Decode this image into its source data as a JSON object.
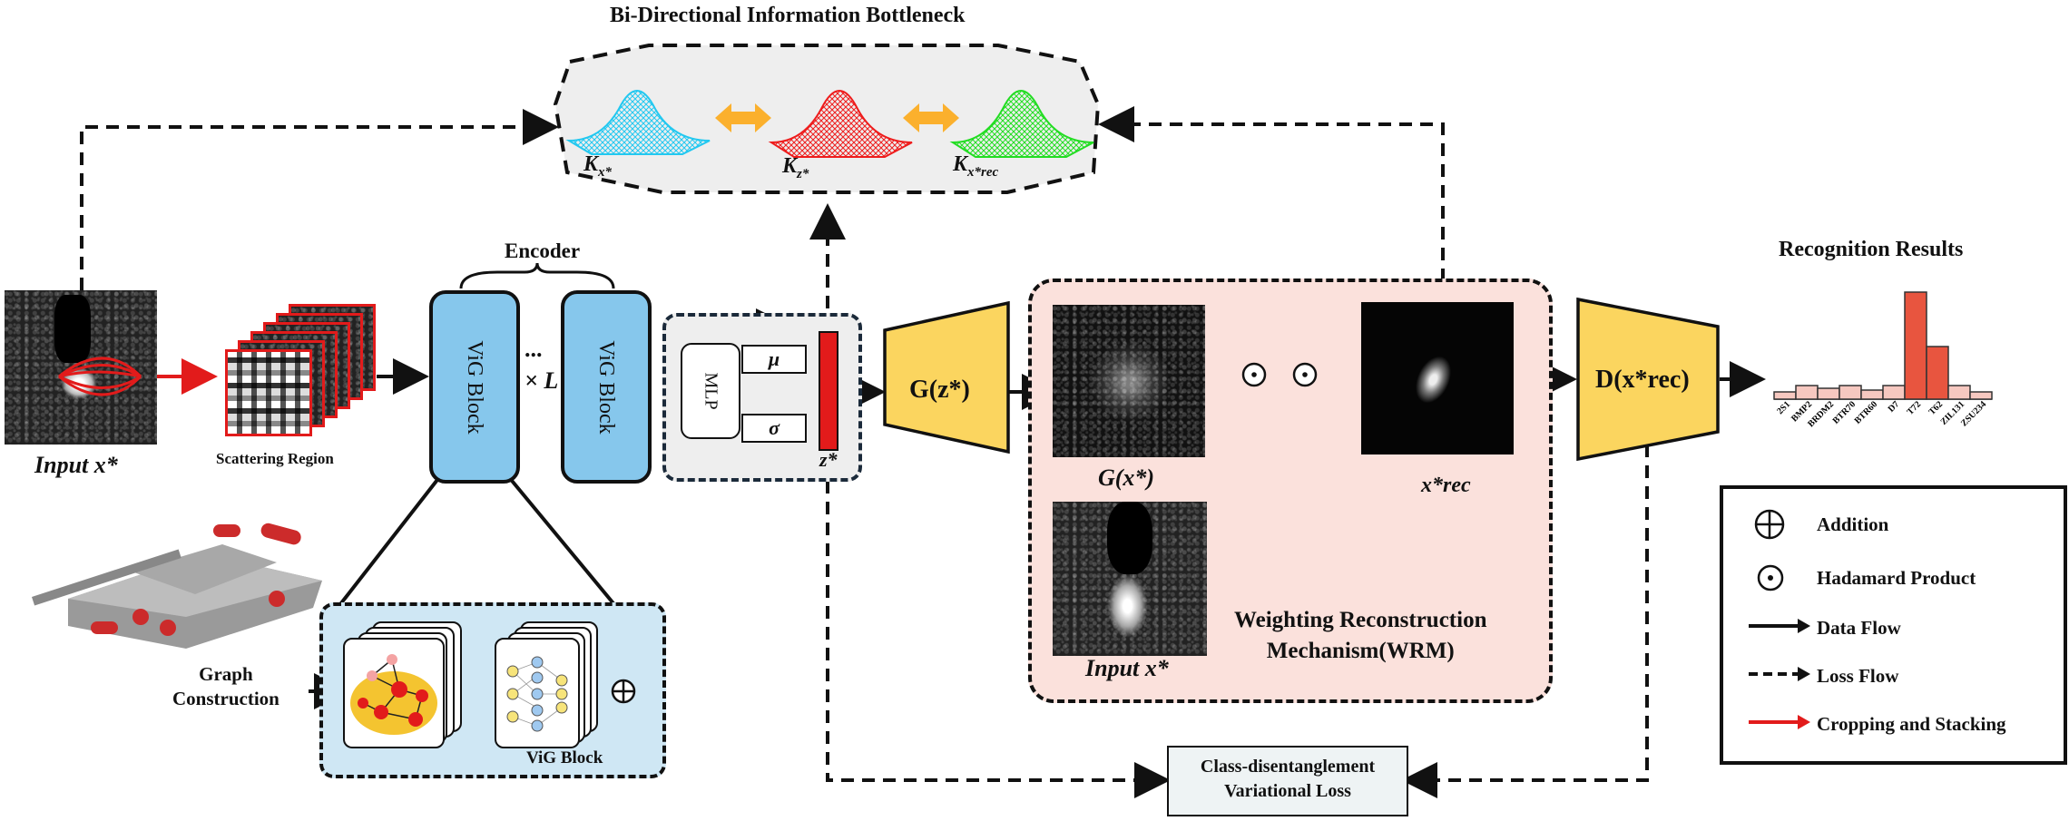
{
  "title": "Bi-Directional Information Bottleneck",
  "kernels": [
    "K",
    "K",
    "K"
  ],
  "kernel_subs": [
    "x*",
    "z*",
    "x*rec"
  ],
  "encoder": {
    "label": "Encoder",
    "vig_label": "ViG Block",
    "times": "× L",
    "dots": "..."
  },
  "input_label": "Input x*",
  "scatter_label": "Scattering Region",
  "graph_construction": [
    "Graph",
    "Construction"
  ],
  "vig_detail_label": "ViG Block",
  "mlp": {
    "label": "MLP",
    "mu": "μ",
    "sigma": "σ",
    "z": "z*"
  },
  "generator": "G(z*)",
  "wrm": {
    "gx_label": "G(x*)",
    "input_label": "Input x*",
    "xrec_label": "x*rec",
    "title": [
      "Weighting Reconstruction",
      "Mechanism(WRM)"
    ]
  },
  "discriminator": "D(x*rec)",
  "recognition": {
    "title": "Recognition Results",
    "classes": [
      "2S1",
      "BMP2",
      "BRDM2",
      "BTR70",
      "BTR60",
      "D7",
      "T72",
      "T62",
      "ZIL131",
      "ZSU234"
    ]
  },
  "loss_box": [
    "Class-disentanglement",
    "Variational Loss"
  ],
  "legend": {
    "addition": "Addition",
    "hadamard": "Hadamard Product",
    "data_flow": "Data Flow",
    "loss_flow": "Loss Flow",
    "cropping": "Cropping and Stacking"
  },
  "colors": {
    "vig": "#86c7ec",
    "generator": "#fbd55f",
    "wrm_bg": "#fbe1dc",
    "ib_bg": "#eeeeee",
    "detail_bg": "#cfe7f4",
    "bar_high": "#e8553f",
    "bar_low": "#f6c8c0",
    "gauss_blue": "#22c8f0",
    "gauss_red": "#ee1c1c",
    "gauss_green": "#22dd22",
    "arrow_orange": "#fbb02d"
  }
}
